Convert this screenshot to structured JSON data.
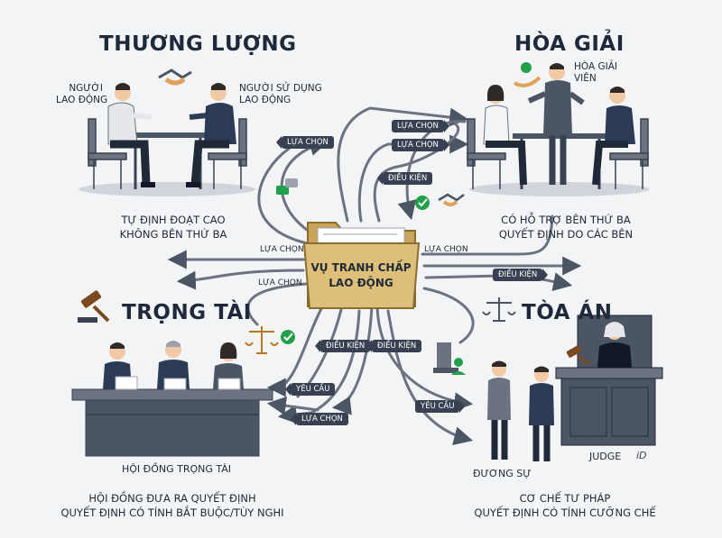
{
  "center": {
    "line1": "VỤ TRANH CHẤP",
    "line2": "LAO ĐỘNG"
  },
  "negotiation": {
    "title": "THƯƠNG LƯỢNG",
    "worker_label_1": "NGƯỜI",
    "worker_label_2": "LAO ĐỘNG",
    "employer_label_1": "NGƯỜI SỬ DỤNG",
    "employer_label_2": "LAO ĐỘNG",
    "desc_1": "TỰ ĐỊNH ĐOẠT CAO",
    "desc_2": "KHÔNG BÊN THỨ BA"
  },
  "mediation": {
    "title": "HÒA GIẢI",
    "mediator_label_1": "HÒA GIẢI",
    "mediator_label_2": "VIÊN",
    "desc_1": "CÓ HỖ TRỢ BÊN THỨ BA",
    "desc_2": "QUYẾT ĐỊNH DO CÁC BÊN"
  },
  "arbitration": {
    "title": "TRỌNG TÀI",
    "panel_label": "HỘI ĐỒNG TRỌNG TÀI",
    "desc_1": "HỘI ĐỒNG ĐƯA RA QUYẾT ĐỊNH",
    "desc_2": "QUYẾT ĐỊNH CÓ TÍNH BẮT BUỘC/TÙY NGHI"
  },
  "court": {
    "title": "TÒA ÁN",
    "judge_label": "JUDGE",
    "party_label": "ĐƯƠNG SỰ",
    "desc_1": "CƠ CHẾ TƯ PHÁP",
    "desc_2": "QUYẾT ĐỊNH CÓ TÍNH CƯỠNG CHẾ"
  },
  "labels": {
    "choice": "LỰA CHỌN",
    "condition": "ĐIỀU KIỆN",
    "request": "YÊU CẦU"
  },
  "watermark": "iD",
  "colors": {
    "suit": "#2b3a55",
    "shirt": "#e5e7eb",
    "table": "#4b5563",
    "folder": "#d6b56e",
    "check": "#22a04a",
    "pill": "#374151"
  }
}
